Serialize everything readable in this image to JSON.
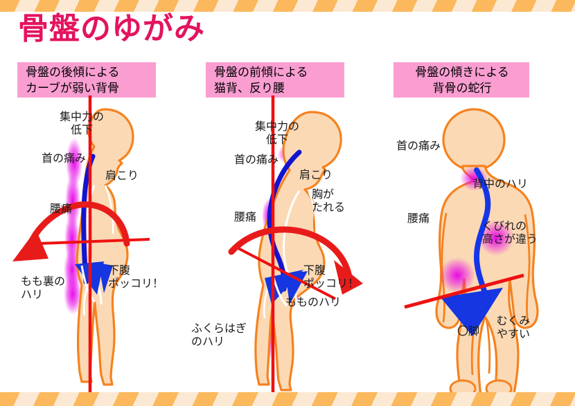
{
  "page": {
    "title": "骨盤のゆがみ",
    "title_color": "#e3135f",
    "border_stripe_color": "#fbb85c",
    "border_bg_color": "#fce9d3",
    "header_box_color": "#fa9ed2",
    "skin_color": "#fbd9b5",
    "outline_color": "#f5821f",
    "spine_color": "#1414cf",
    "plumbline_color": "#ee1111",
    "pain_glow_color": "#e022d0"
  },
  "panels": [
    {
      "id": "panel-posterior-tilt",
      "header": "骨盤の後傾による\nカーブが弱い背骨",
      "labels": [
        {
          "name": "concentration-drop",
          "text": "集中力の\n低下"
        },
        {
          "name": "neck-pain",
          "text": "首の痛み"
        },
        {
          "name": "shoulder-stiffness",
          "text": "肩こり"
        },
        {
          "name": "lower-back-pain",
          "text": "腰痛"
        },
        {
          "name": "hamstring-tightness",
          "text": "もも裏の\nハリ"
        },
        {
          "name": "belly-pooch",
          "text": "下腹\nポッコリ！"
        }
      ]
    },
    {
      "id": "panel-anterior-tilt",
      "header": "骨盤の前傾による\n猫背、反り腰",
      "labels": [
        {
          "name": "concentration-drop",
          "text": "集中力の\n低下"
        },
        {
          "name": "neck-pain",
          "text": "首の痛み"
        },
        {
          "name": "shoulder-stiffness",
          "text": "肩こり"
        },
        {
          "name": "sagging-chest",
          "text": "胸が\nたれる"
        },
        {
          "name": "lower-back-pain",
          "text": "腰痛"
        },
        {
          "name": "belly-pooch",
          "text": "下腹\nポッコリ！"
        },
        {
          "name": "thigh-tightness",
          "text": "もものハリ"
        },
        {
          "name": "calf-tightness",
          "text": "ふくらはぎ\nのハリ"
        }
      ]
    },
    {
      "id": "panel-lateral-tilt",
      "header": "骨盤の傾きによる\n背骨の蛇行",
      "labels": [
        {
          "name": "neck-pain",
          "text": "首の痛み"
        },
        {
          "name": "back-tightness",
          "text": "背中のハリ"
        },
        {
          "name": "lower-back-pain",
          "text": "腰痛"
        },
        {
          "name": "uneven-waist",
          "text": "くびれの\n高さが違う"
        },
        {
          "name": "bow-legs",
          "text": "〇脚"
        },
        {
          "name": "swelling-prone",
          "text": "むくみ\nやすい"
        }
      ]
    }
  ]
}
